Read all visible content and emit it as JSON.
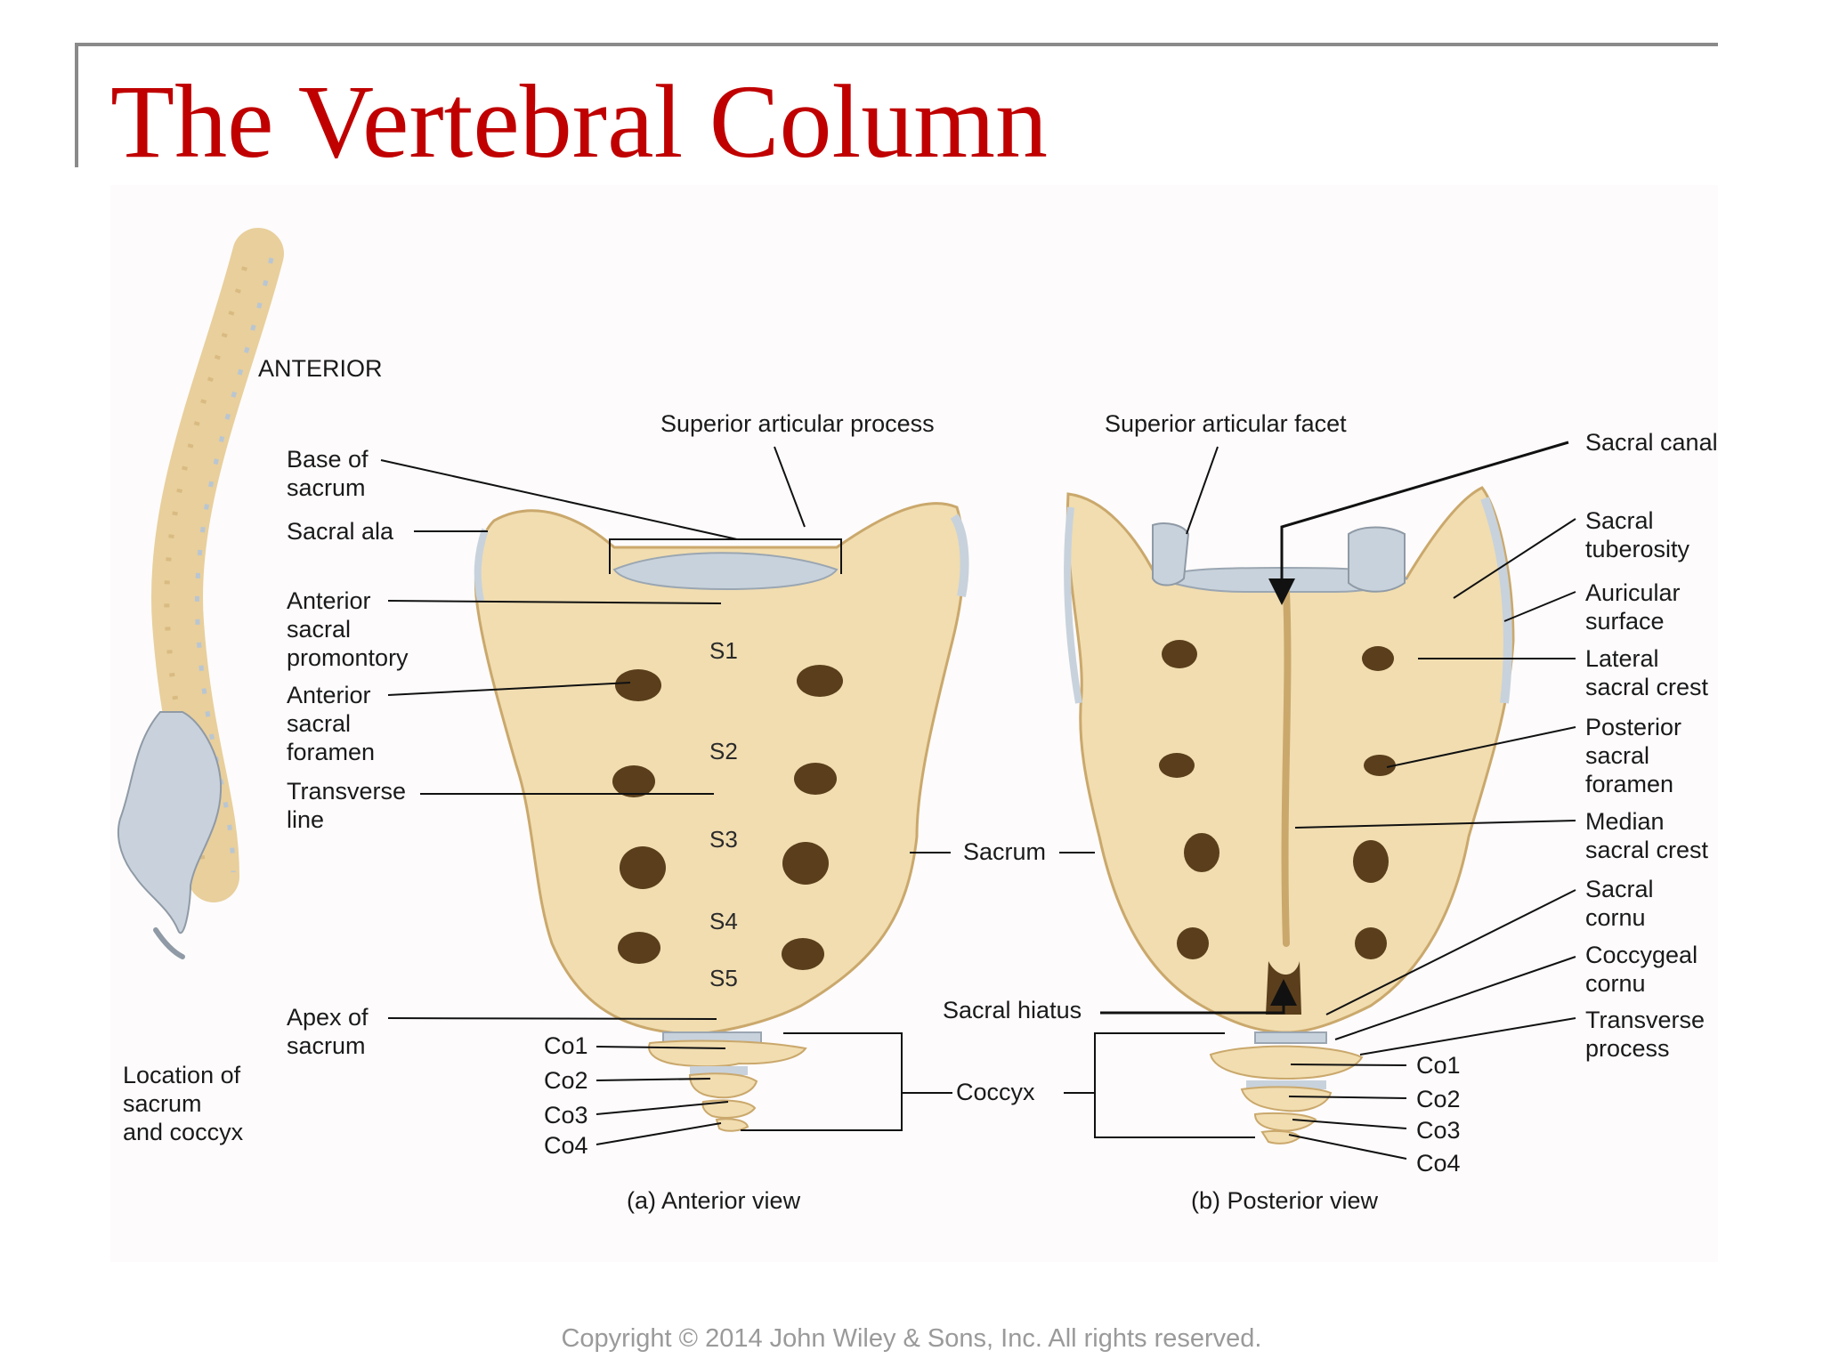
{
  "slide": {
    "title": "The Vertebral Column",
    "copyright": "Copyright © 2014 John Wiley & Sons, Inc. All rights reserved."
  },
  "colors": {
    "title": "#c00000",
    "bone": "#f1ddb0",
    "bone_dark": "#caa86c",
    "cartilage": "#c8d2dc"
  },
  "diagram": {
    "orientation": "ANTERIOR",
    "spine_caption": [
      "Location of",
      "sacrum",
      "and coccyx"
    ],
    "anterior": {
      "caption": "(a) Anterior view",
      "left_labels": {
        "base": [
          "Base of",
          "sacrum"
        ],
        "ala": "Sacral ala",
        "promontory": [
          "Anterior",
          "sacral",
          "promontory"
        ],
        "foramen": [
          "Anterior",
          "sacral",
          "foramen"
        ],
        "transverse_line": [
          "Transverse",
          "line"
        ],
        "apex": [
          "Apex of",
          "sacrum"
        ]
      },
      "top_label": "Superior articular process",
      "segments": [
        "S1",
        "S2",
        "S3",
        "S4",
        "S5"
      ],
      "coccyx": [
        "Co1",
        "Co2",
        "Co3",
        "Co4"
      ]
    },
    "middle": {
      "sacrum": "Sacrum",
      "coccyx": "Coccyx",
      "hiatus": "Sacral hiatus"
    },
    "posterior": {
      "caption": "(b) Posterior view",
      "top_label": "Superior articular facet",
      "right_labels": {
        "canal": "Sacral canal",
        "tuberosity": [
          "Sacral",
          "tuberosity"
        ],
        "auricular": [
          "Auricular",
          "surface"
        ],
        "lateral_crest": [
          "Lateral",
          "sacral crest"
        ],
        "post_foramen": [
          "Posterior",
          "sacral",
          "foramen"
        ],
        "median_crest": [
          "Median",
          "sacral crest"
        ],
        "cornu": [
          "Sacral",
          "cornu"
        ],
        "coccygeal_cornu": [
          "Coccygeal",
          "cornu"
        ],
        "transverse_process": [
          "Transverse",
          "process"
        ]
      },
      "coccyx": [
        "Co1",
        "Co2",
        "Co3",
        "Co4"
      ]
    }
  }
}
